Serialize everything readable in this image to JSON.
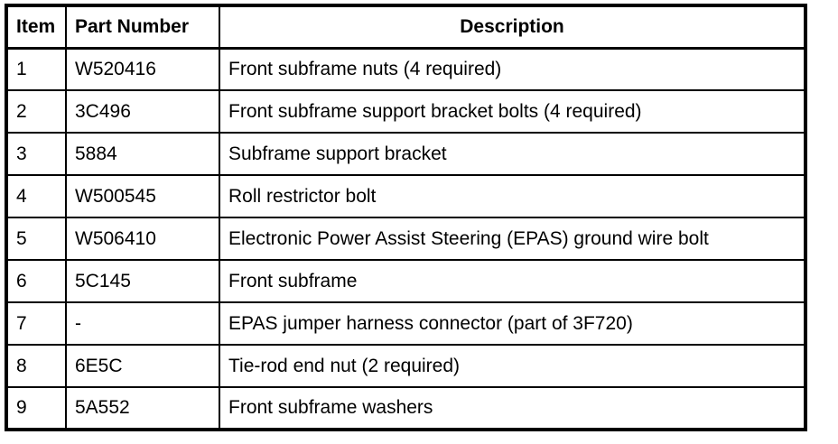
{
  "colors": {
    "border": "#000000",
    "text": "#000000",
    "background": "#ffffff"
  },
  "table": {
    "columns": [
      {
        "key": "item",
        "label": "Item"
      },
      {
        "key": "part_number",
        "label": "Part Number"
      },
      {
        "key": "description",
        "label": "Description"
      }
    ],
    "rows": [
      {
        "item": "1",
        "part_number": "W520416",
        "description": "Front subframe nuts (4 required)"
      },
      {
        "item": "2",
        "part_number": "3C496",
        "description": "Front subframe support bracket bolts (4 required)"
      },
      {
        "item": "3",
        "part_number": "5884",
        "description": "Subframe support bracket"
      },
      {
        "item": "4",
        "part_number": "W500545",
        "description": "Roll restrictor bolt"
      },
      {
        "item": "5",
        "part_number": "W506410",
        "description": "Electronic Power Assist Steering (EPAS) ground wire bolt"
      },
      {
        "item": "6",
        "part_number": "5C145",
        "description": "Front subframe"
      },
      {
        "item": "7",
        "part_number": "-",
        "description": "EPAS jumper harness connector (part of 3F720)"
      },
      {
        "item": "8",
        "part_number": "6E5C",
        "description": "Tie-rod end nut (2 required)"
      },
      {
        "item": "9",
        "part_number": "5A552",
        "description": "Front subframe washers"
      }
    ]
  }
}
